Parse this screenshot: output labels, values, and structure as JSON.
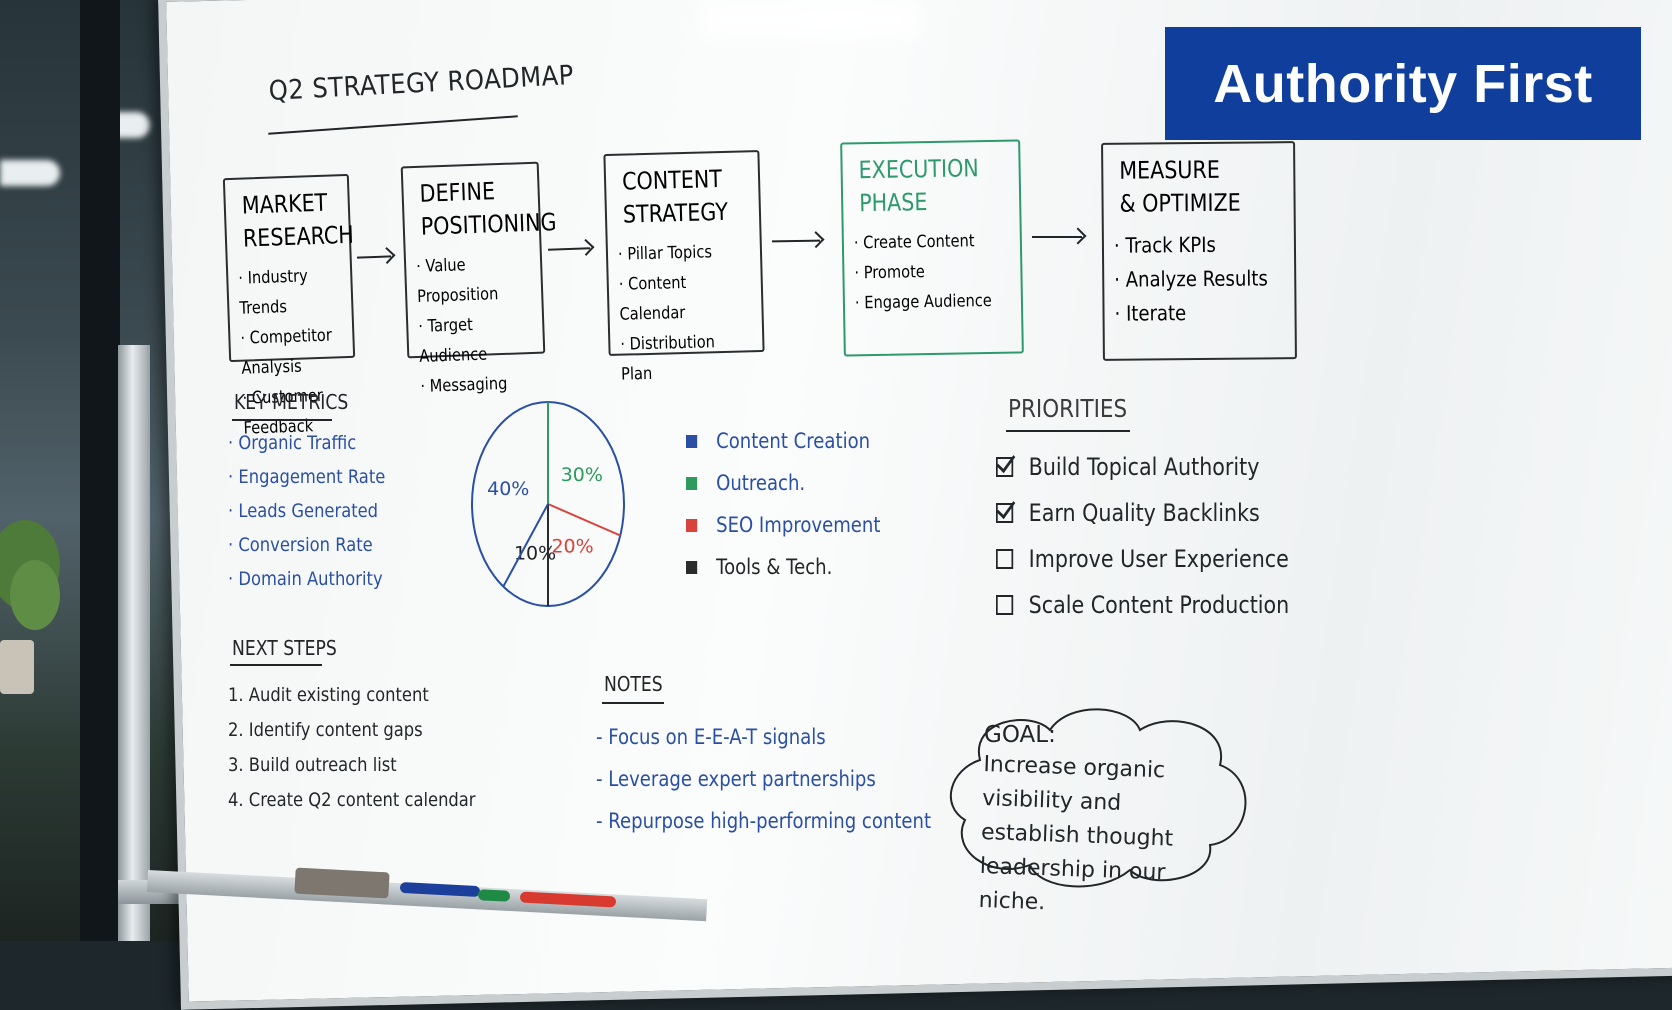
{
  "banner": {
    "text": "Authority First",
    "color": "#0f3e9c"
  },
  "title": "Q2 STRATEGY ROADMAP",
  "roadmap": [
    {
      "title_lines": [
        "MARKET",
        "RESEARCH"
      ],
      "items": [
        "Industry Trends",
        "Competitor Analysis",
        "Customer Feedback"
      ]
    },
    {
      "title_lines": [
        "DEFINE",
        "POSITIONING"
      ],
      "items": [
        "Value Proposition",
        "Target Audience",
        "Messaging"
      ]
    },
    {
      "title_lines": [
        "CONTENT",
        "STRATEGY"
      ],
      "items": [
        "Pillar Topics",
        "Content Calendar",
        "Distribution Plan"
      ]
    },
    {
      "title_lines": [
        "EXECUTION",
        "PHASE"
      ],
      "items": [
        "Create Content",
        "Promote",
        "Engage Audience"
      ],
      "accent": "#2e9a6c"
    },
    {
      "title_lines": [
        "MEASURE",
        "& OPTIMIZE"
      ],
      "items": [
        "Track KPIs",
        "Analyze Results",
        "Iterate"
      ]
    }
  ],
  "key_metrics": {
    "title": "KEY METRICS",
    "items": [
      "Organic Traffic",
      "Engagement Rate",
      "Leads Generated",
      "Conversion Rate",
      "Domain Authority"
    ]
  },
  "pie": {
    "slices": [
      {
        "label": "40%",
        "value": 40,
        "color": "#2a4fa3",
        "legend": "Content Creation"
      },
      {
        "label": "30%",
        "value": 30,
        "color": "#2e9a5c",
        "legend": "Outreach."
      },
      {
        "label": "20%",
        "value": 20,
        "color": "#d9433a",
        "legend": "SEO Improvement"
      },
      {
        "label": "10%",
        "value": 10,
        "color": "#2b2b2b",
        "legend": "Tools & Tech."
      }
    ]
  },
  "priorities": {
    "title": "PRIORITIES",
    "items": [
      {
        "label": "Build Topical Authority",
        "checked": true
      },
      {
        "label": "Earn Quality Backlinks",
        "checked": true
      },
      {
        "label": "Improve User Experience",
        "checked": false
      },
      {
        "label": "Scale Content Production",
        "checked": false
      }
    ]
  },
  "next_steps": {
    "title": "NEXT STEPS",
    "items": [
      "1. Audit existing content",
      "2. Identify content gaps",
      "3. Build outreach list",
      "4. Create Q2 content calendar"
    ]
  },
  "notes": {
    "title": "NOTES",
    "items": [
      "Focus on E-E-A-T signals",
      "Leverage expert partnerships",
      "Repurpose high-performing content"
    ]
  },
  "goal": {
    "title": "GOAL:",
    "text": "Increase organic visibility and establish thought leadership in our niche."
  }
}
